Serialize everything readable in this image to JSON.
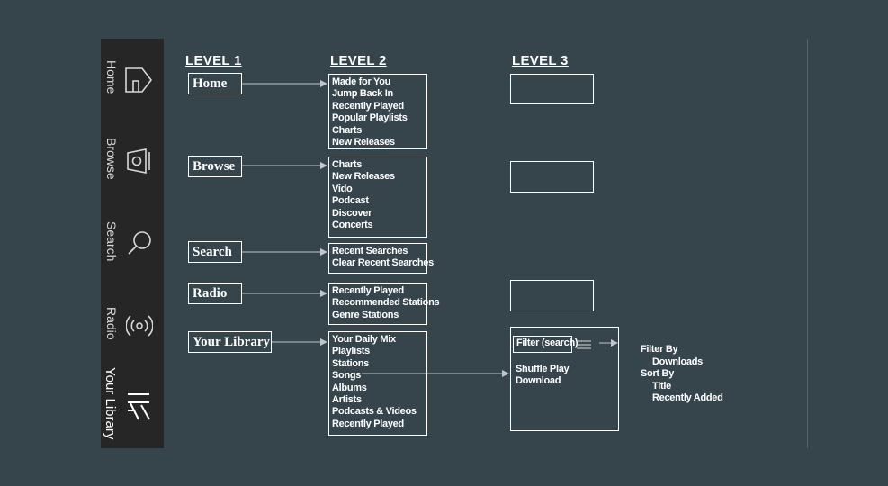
{
  "sidebar": {
    "items": [
      {
        "label": "Home",
        "icon": "home-icon"
      },
      {
        "label": "Browse",
        "icon": "browse-icon"
      },
      {
        "label": "Search",
        "icon": "search-icon"
      },
      {
        "label": "Radio",
        "icon": "radio-icon"
      },
      {
        "label": "Your Library",
        "icon": "library-icon"
      }
    ]
  },
  "headings": {
    "level1": "LEVEL 1",
    "level2": "LEVEL 2",
    "level3": "LEVEL 3"
  },
  "level1": [
    "Home",
    "Browse",
    "Search",
    "Radio",
    "Your Library"
  ],
  "level2": {
    "home": [
      "Made for You",
      "Jump Back In",
      "Recently Played",
      "Popular Playlists",
      "Charts",
      "New Releases"
    ],
    "browse": [
      "Charts",
      "New Releases",
      "Vido",
      "Podcast",
      "Discover",
      "Concerts"
    ],
    "search": [
      "Recent Searches",
      "Clear Recent Searches"
    ],
    "radio": [
      "Recently Played",
      "Recommended Stations",
      "Genre Stations"
    ],
    "library": [
      "Your Daily Mix",
      "Playlists",
      "Stations",
      "Songs",
      "Albums",
      "Artists",
      "Podcasts & Videos",
      "Recently Played"
    ]
  },
  "level3": {
    "library": {
      "filter_label": "Filter (search)",
      "actions": [
        "Shuffle Play",
        "Download"
      ]
    }
  },
  "filter_menu": {
    "filter_by": "Filter By",
    "filter_options": [
      "Downloads"
    ],
    "sort_by": "Sort By",
    "sort_options": [
      "Title",
      "Recently Added"
    ]
  },
  "colors": {
    "background": "#36444c",
    "rail": "#262626",
    "line": "#ffffff",
    "connector": "#bfc6ca"
  }
}
